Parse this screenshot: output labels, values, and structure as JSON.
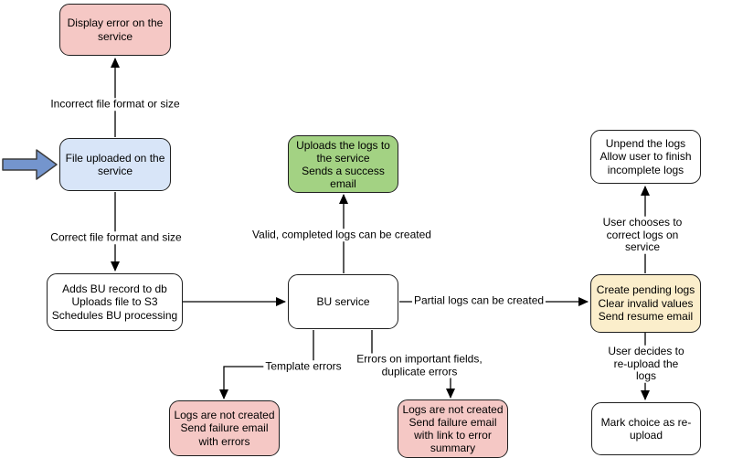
{
  "diagram": {
    "nodes": {
      "display_error": "Display error on the\nservice",
      "file_uploaded": "File uploaded on the\nservice",
      "adds_bu": "Adds BU record to db\nUploads file to S3\nSchedules BU processing",
      "uploads_logs": "Uploads the logs to\nthe service\nSends a success\nemail",
      "bu_service": "BU service",
      "logs_failure_errors": "Logs are not created\nSend failure email\nwith errors",
      "logs_failure_summary": "Logs are not created\nSend failure email\nwith link to error\nsummary",
      "unpend_logs": "Unpend the logs\nAllow user to finish\nincomplete logs",
      "create_pending": "Create pending logs\nClear invalid values\nSend resume email",
      "mark_reupload": "Mark choice as re-\nupload"
    },
    "edge_labels": {
      "incorrect_format": "Incorrect file format or size",
      "correct_format": "Correct file format and size",
      "valid_completed": "Valid, completed logs can be created",
      "partial_logs": "Partial logs can be created",
      "template_errors": "Template errors",
      "important_fields": "Errors on important fields,\nduplicate errors",
      "user_corrects": "User chooses to correct logs on service",
      "user_reuploads": "User decides to re-upload the logs"
    },
    "colors": {
      "node_red": "#f5c8c5",
      "node_blue": "#d8e5f8",
      "node_green": "#a3d283",
      "node_yellow": "#fbeecb",
      "node_white": "#ffffff",
      "border": "#1f1f1f",
      "edge_stroke": "#000000",
      "pointer_fill": "#7495cd"
    }
  }
}
